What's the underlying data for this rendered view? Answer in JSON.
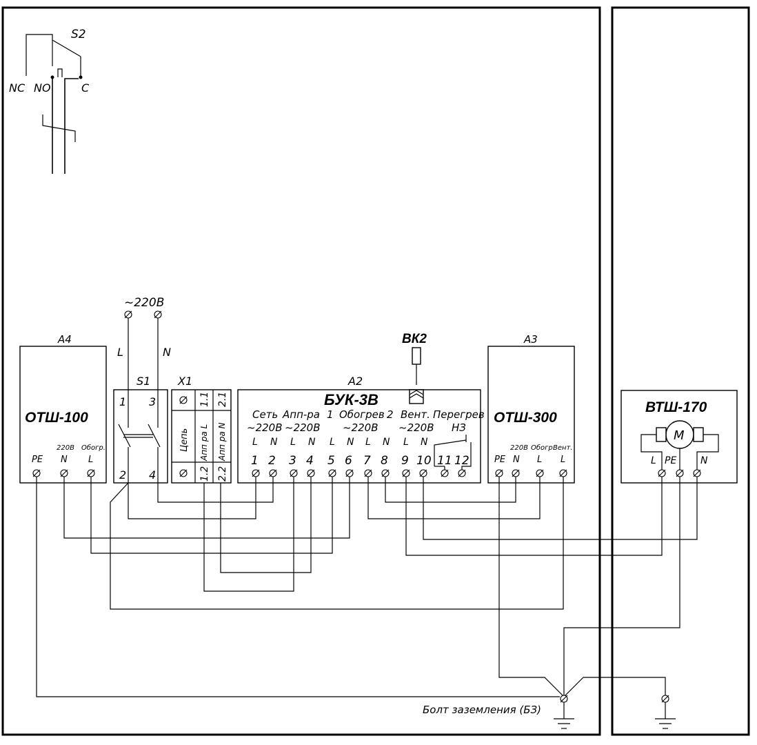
{
  "s2": {
    "label": "S2",
    "nc": "NC",
    "no": "NO",
    "c": "C"
  },
  "supply": {
    "voltage": "~220В",
    "l": "L",
    "n": "N"
  },
  "a4": {
    "ref": "А4",
    "name": "ОТШ-100",
    "headers": {
      "voltage": "220В",
      "heat": "Обогр."
    },
    "terms": [
      "PE",
      "N",
      "L"
    ]
  },
  "s1": {
    "ref": "S1",
    "pins": [
      "1",
      "3",
      "2",
      "4"
    ]
  },
  "x1": {
    "ref": "X1",
    "col_left": "Цепь",
    "cells_a": [
      "1.1",
      "Апп ра L",
      "1.2"
    ],
    "cells_b": [
      "2.1",
      "Апп ра N",
      "2.2"
    ]
  },
  "a2": {
    "ref": "А2",
    "name": "БУК-3В",
    "groups": [
      "Сеть",
      "Апп-ра",
      "1",
      "Обогрев",
      "2",
      "Вент.",
      "Перегрев"
    ],
    "voltages": [
      "~220В",
      "~220В",
      "~220В",
      "~220В"
    ],
    "nc": "НЗ",
    "ln": [
      "L",
      "N",
      "L",
      "N",
      "L",
      "N",
      "L",
      "N",
      "L",
      "N"
    ],
    "terms": [
      "1",
      "2",
      "3",
      "4",
      "5",
      "6",
      "7",
      "8",
      "9",
      "10",
      "11",
      "12"
    ]
  },
  "bk2": {
    "label": "ВК2"
  },
  "a3": {
    "ref": "А3",
    "name": "ОТШ-300",
    "headers": [
      "220В",
      "Обогр.",
      "Вент."
    ],
    "terms": [
      "PE",
      "N",
      "L",
      "L"
    ]
  },
  "fan": {
    "name": "ВТШ-170",
    "motor": "M",
    "terms": [
      "L",
      "PE",
      "N"
    ]
  },
  "ground": {
    "label": "Болт заземления (БЗ)"
  }
}
